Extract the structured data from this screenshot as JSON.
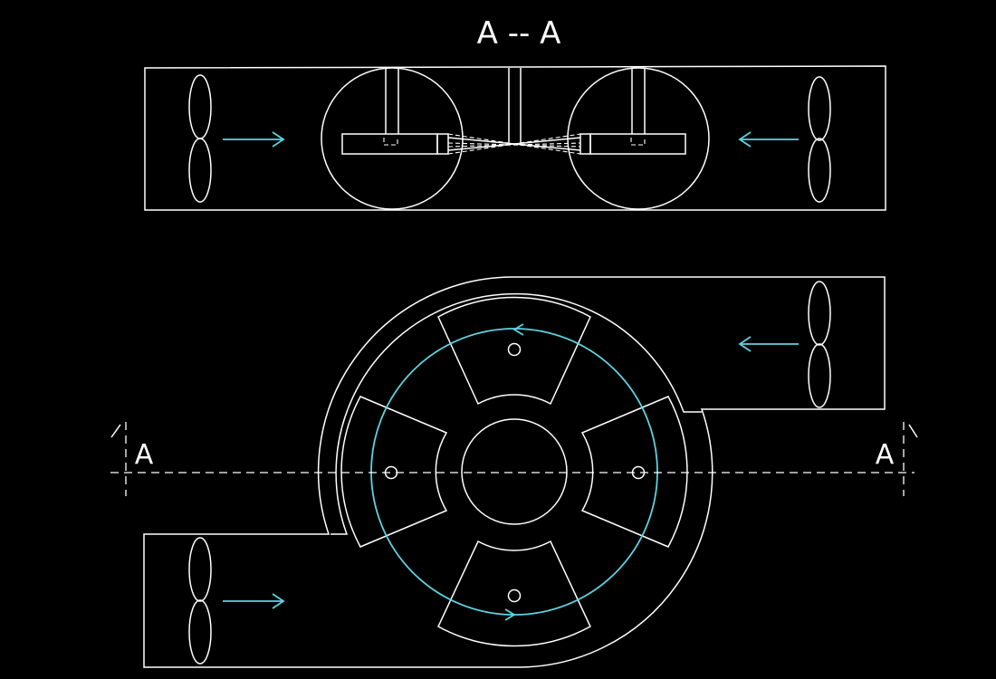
{
  "section_title": "A -- A",
  "section_marks": {
    "left": "A",
    "right": "A"
  },
  "colors": {
    "background": "#000000",
    "line": "#ffffff",
    "flow": "#5fd3e0"
  },
  "icons": {
    "fan": "propeller-icon",
    "flow_arrow": "arrow-icon"
  }
}
